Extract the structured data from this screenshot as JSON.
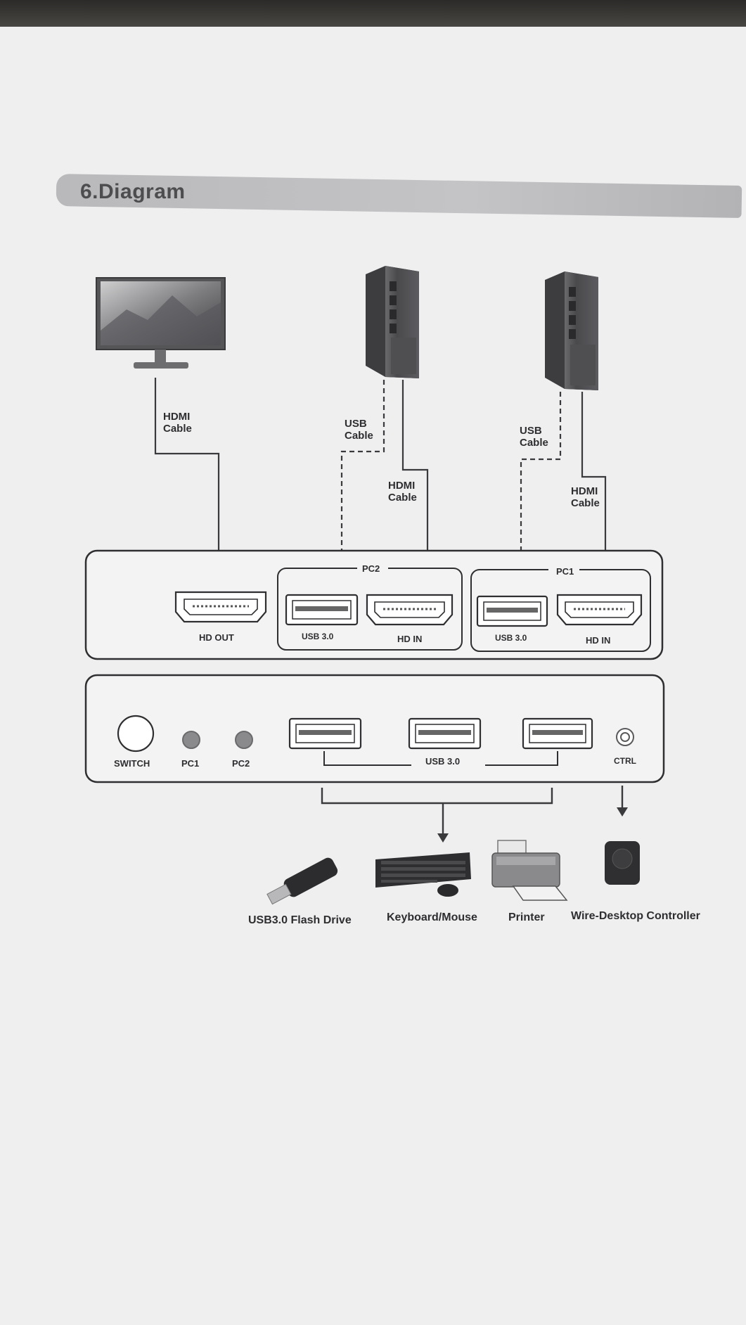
{
  "section_title": "6.Diagram",
  "cable_labels": {
    "monitor_hdmi": [
      "HDMI",
      "Cable"
    ],
    "pc2_usb": [
      "USB",
      "Cable"
    ],
    "pc2_hdmi": [
      "HDMI",
      "Cable"
    ],
    "pc1_usb": [
      "USB",
      "Cable"
    ],
    "pc1_hdmi": [
      "HDMI",
      "Cable"
    ]
  },
  "rear_panel": {
    "hd_out": "HD OUT",
    "pc2_group": "PC2",
    "pc1_group": "PC1",
    "pc2_usb": "USB 3.0",
    "pc2_hdin": "HD IN",
    "pc1_usb": "USB 3.0",
    "pc1_hdin": "HD IN"
  },
  "front_panel": {
    "switch": "SWITCH",
    "pc1": "PC1",
    "pc2": "PC2",
    "usb": "USB 3.0",
    "ctrl": "CTRL"
  },
  "peripherals": {
    "flash_drive": "USB3.0 Flash Drive",
    "keyboard_mouse": "Keyboard/Mouse",
    "printer": "Printer",
    "controller": "Wire-Desktop Controller"
  },
  "colors": {
    "line": "#3a3a3c",
    "panel_stroke": "#2f2f31",
    "header_bar": "#bdbdbf",
    "led": "#8a8a8c"
  }
}
